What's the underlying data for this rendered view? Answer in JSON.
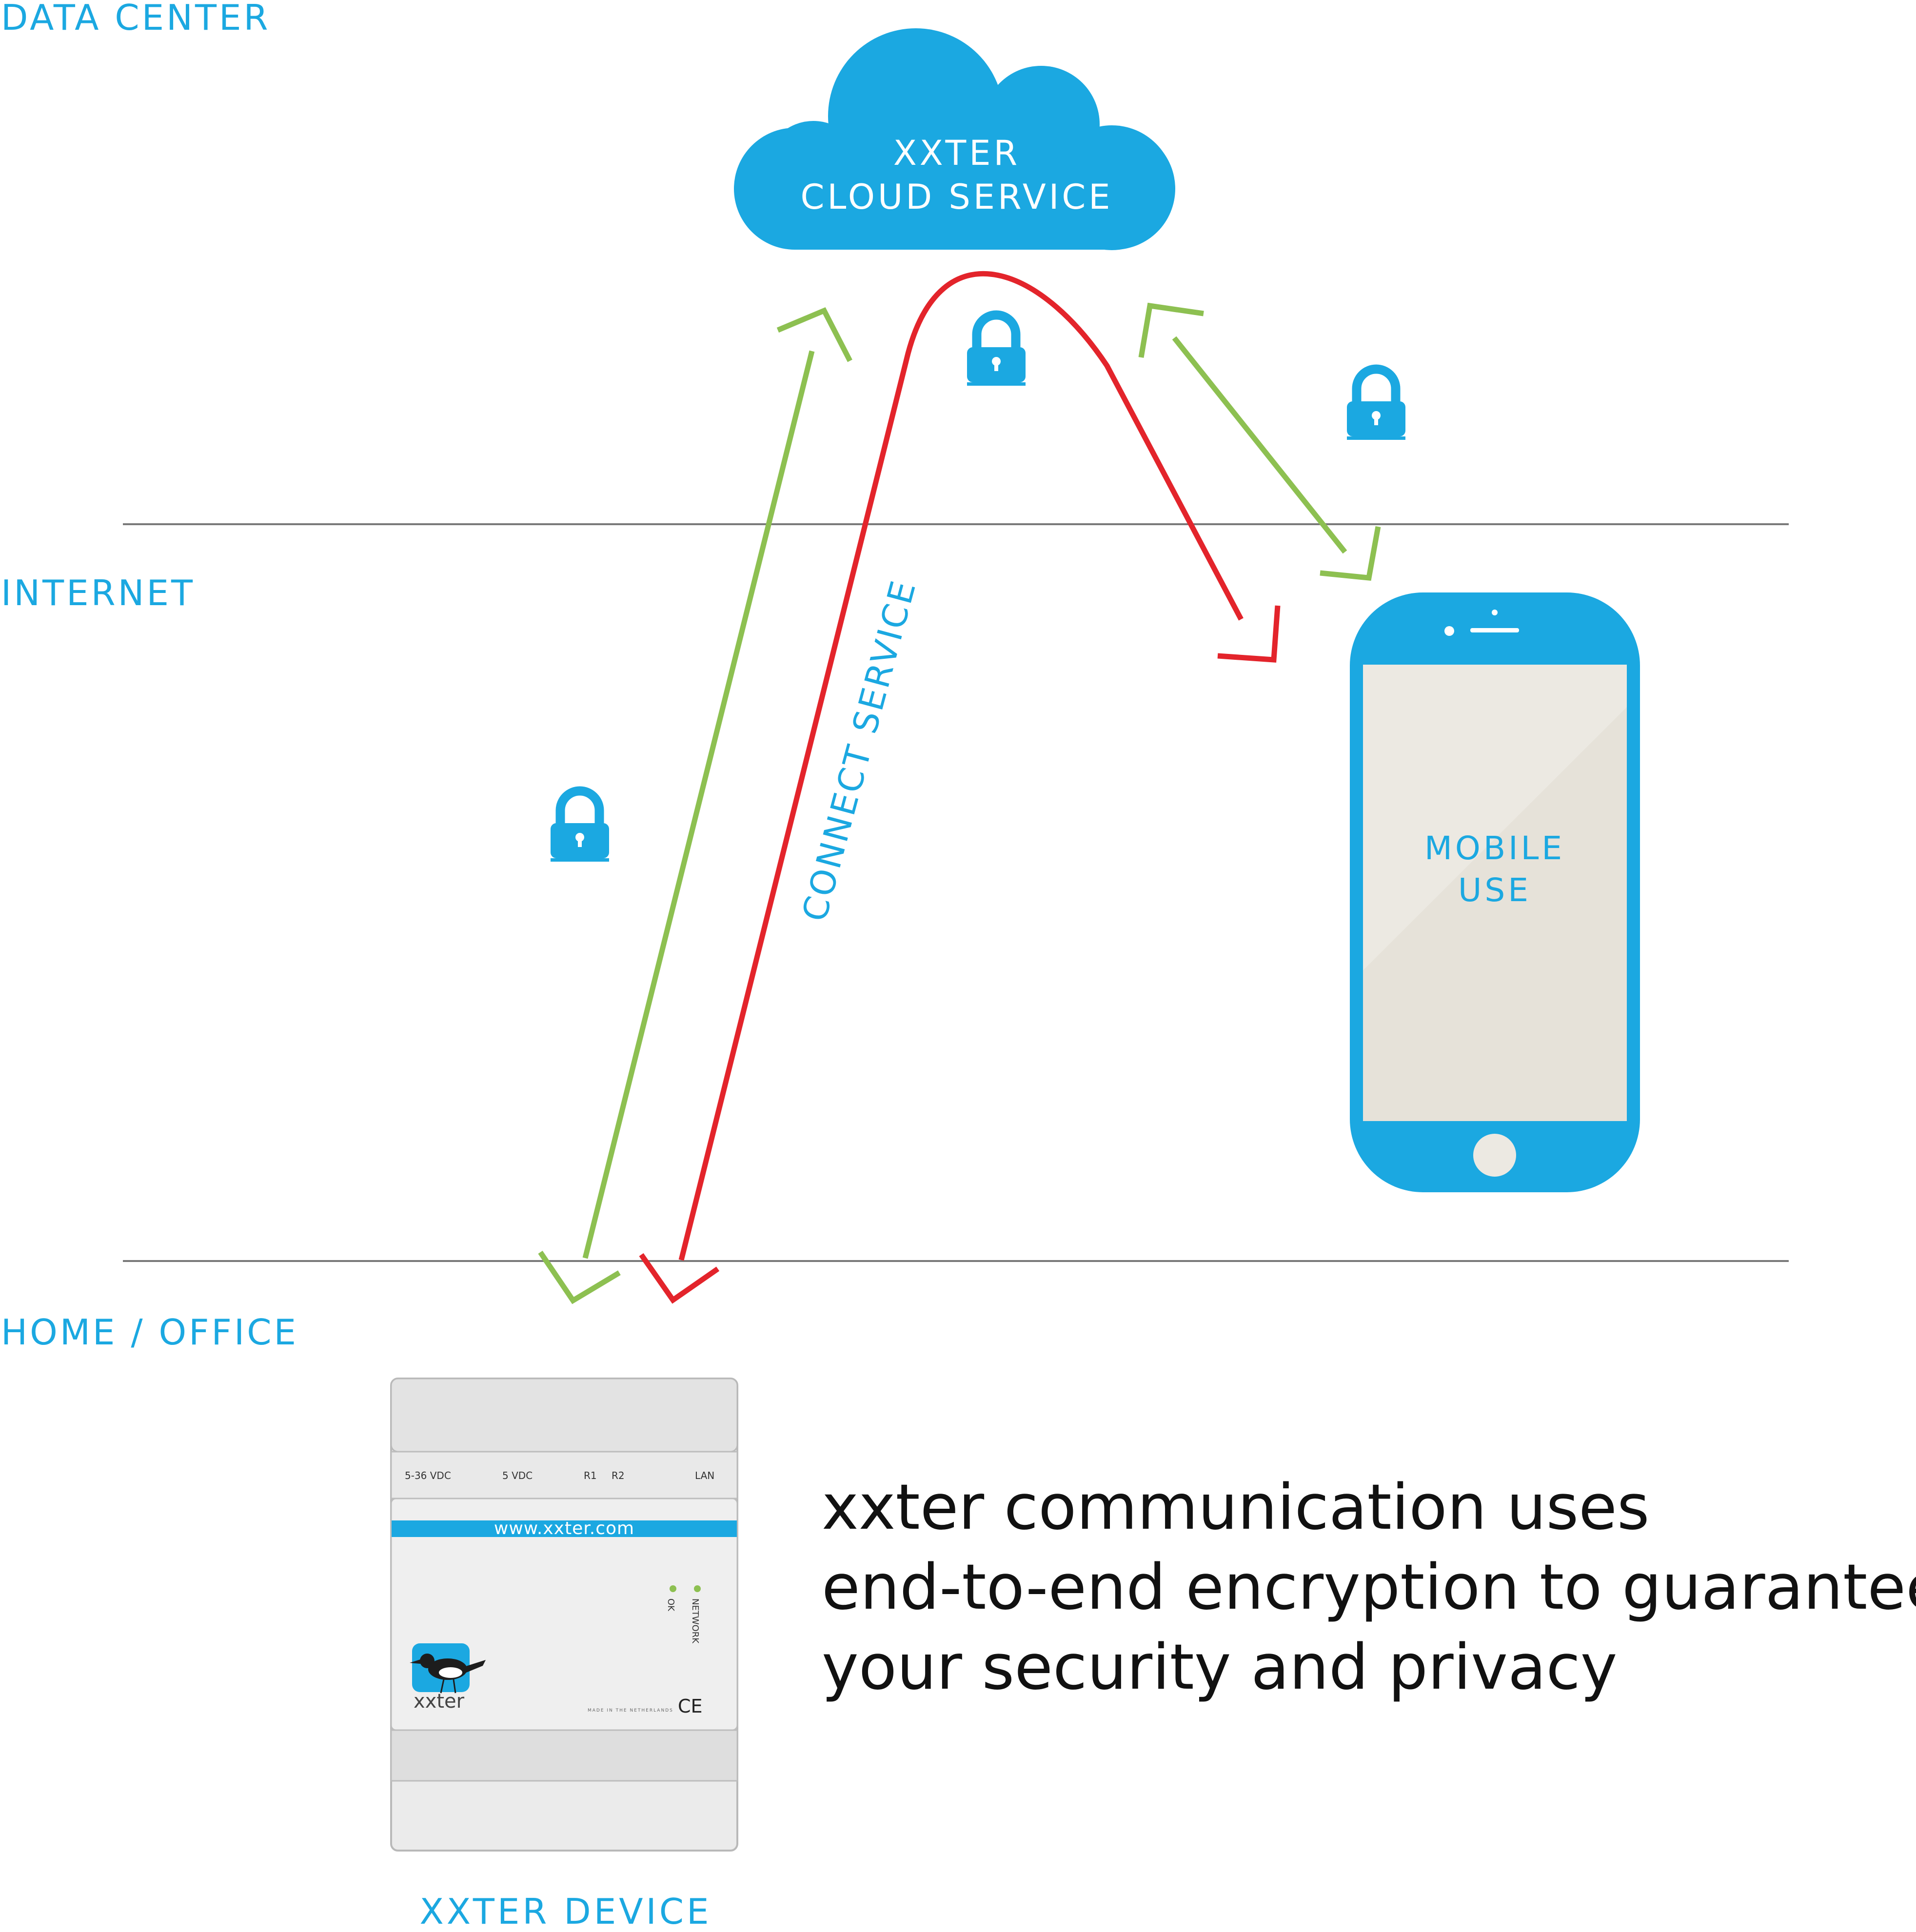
{
  "zones": {
    "data_center": "DATA CENTER",
    "internet": "INTERNET",
    "home_office": "HOME / OFFICE"
  },
  "cloud": {
    "line1": "XXTER",
    "line2": "CLOUD SERVICE"
  },
  "mobile": {
    "line1": "MOBILE",
    "line2": "USE"
  },
  "connect_label": "CONNECT SERVICE",
  "device": {
    "label": "XXTER DEVICE",
    "terminals": [
      "5-36 VDC",
      "5 VDC",
      "R1",
      "R2",
      "LAN"
    ],
    "url": "www.xxter.com",
    "leds": [
      "OK",
      "NETWORK"
    ],
    "brand": "xxter",
    "made_in": "MADE IN THE NETHERLANDS",
    "mark": "CE"
  },
  "caption": {
    "line1": "xxter communication uses",
    "line2": "end-to-end encryption to guarantee",
    "line3": "your security and privacy"
  },
  "colors": {
    "accent": "#1ba8e1",
    "green_arrow": "#8dc051",
    "red_arrow": "#e3242b",
    "divider": "#7a7a7a",
    "screen": "#ece9e2"
  },
  "icons": [
    "lock-icon",
    "cloud-icon",
    "smartphone-icon",
    "bird-logo-icon"
  ]
}
